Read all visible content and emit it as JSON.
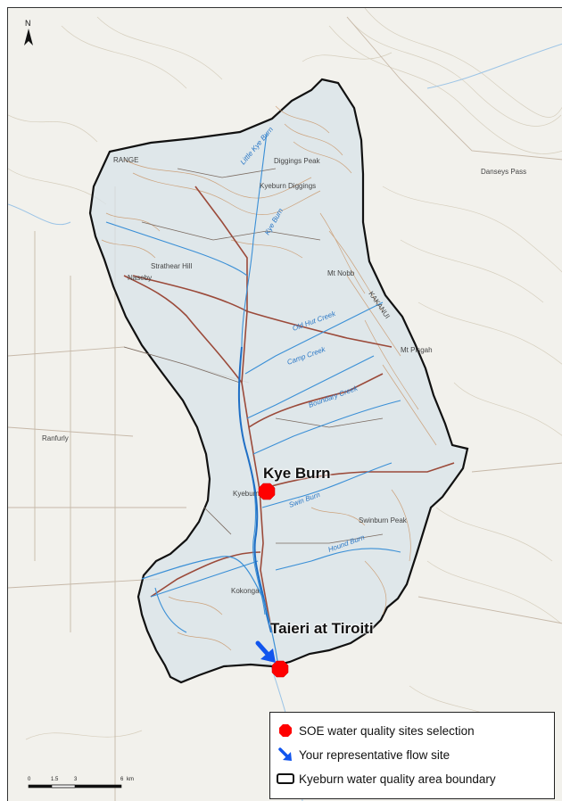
{
  "map": {
    "north_label": "N",
    "sites": {
      "kye_burn": "Kye Burn",
      "taieri": "Taieri at Tiroiti"
    },
    "place_names": [
      "Kyeburn Diggings",
      "Naseby",
      "Kyeburn",
      "Kokonga",
      "Ranfurly",
      "Swinburn Peak",
      "Diggings Peak",
      "Mt Nobb",
      "Mt Pisgah",
      "Danseys Pass",
      "KAKANUI",
      "RANGE",
      "Strathear Hill"
    ],
    "river_names": [
      "Kye Burn",
      "Old Hut Creek",
      "Camp Creek",
      "Boundary Creek",
      "Swin Burn",
      "Hound Burn",
      "Little Kye Burn"
    ],
    "scale_ticks": [
      "0",
      "1.5",
      "3",
      "6"
    ],
    "scale_unit": "km"
  },
  "legend": {
    "items": [
      {
        "label": "SOE water quality sites selection",
        "symbol": "red-octagon"
      },
      {
        "label": "Your representative flow site",
        "symbol": "blue-arrow"
      },
      {
        "label": "Kyeburn water quality area boundary",
        "symbol": "black-rectangle"
      }
    ]
  },
  "colors": {
    "site": "#ff0000",
    "flow_arrow": "#1155ee",
    "boundary": "#111111",
    "catchment_fill": "#d8e3ea",
    "river": "#3a8fd6",
    "road": "#9b4a3a",
    "contour": "#c9976a"
  }
}
